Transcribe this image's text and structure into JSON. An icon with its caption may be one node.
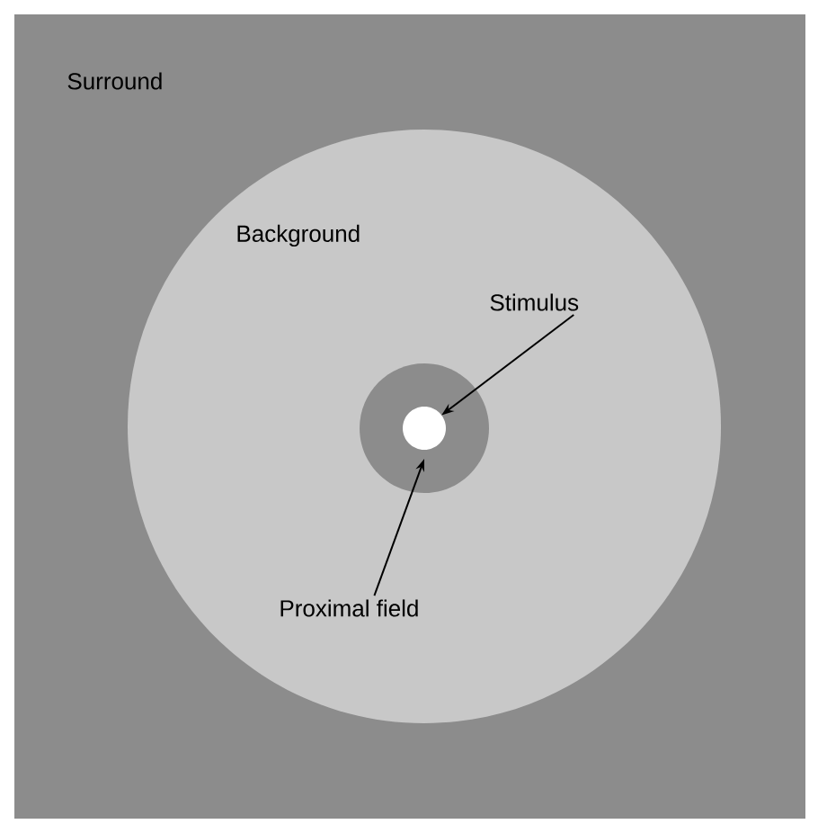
{
  "diagram": {
    "nodes": [
      {
        "text": [
          "Surround"
        ]
      },
      {
        "text": [
          "Background"
        ],
        "in": 0
      },
      {
        "text": [],
        "shape": "circle",
        "in": 1
      },
      {
        "text": [],
        "shape": "circle",
        "in": 2
      },
      {
        "text": [
          "Stimulus"
        ],
        "in": 1
      },
      {
        "text": [
          "Proximal field"
        ],
        "in": 1
      }
    ],
    "edges": [
      {
        "from": 4,
        "to": 3,
        "arrow": "to"
      },
      {
        "from": 5,
        "to": 2,
        "arrow": "to"
      }
    ]
  }
}
